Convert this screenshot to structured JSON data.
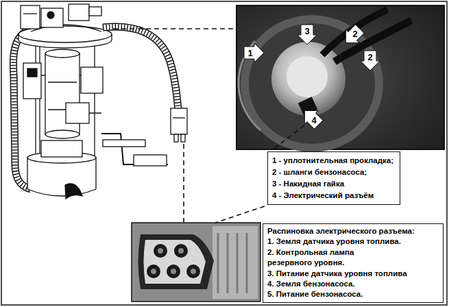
{
  "diagram": {
    "nodes": [
      {
        "text": [
          "1 - уплотнительная прокладка;",
          "2 - шланги бензонасоса;",
          "3 - Накидная гайка",
          "4 - Электрический разъём"
        ]
      },
      {
        "text": [
          "Распиновка электрического разъема:",
          "1. Земля датчика уровня топлива.",
          "2. Контрольная лампа резервного уровня.",
          "3. Питание датчика уровня топлива",
          "4. Земля бензонасоса.",
          "5. Питание бензонасоса."
        ]
      }
    ],
    "labels": [
      "1",
      "3",
      "2",
      "2",
      "4"
    ]
  }
}
